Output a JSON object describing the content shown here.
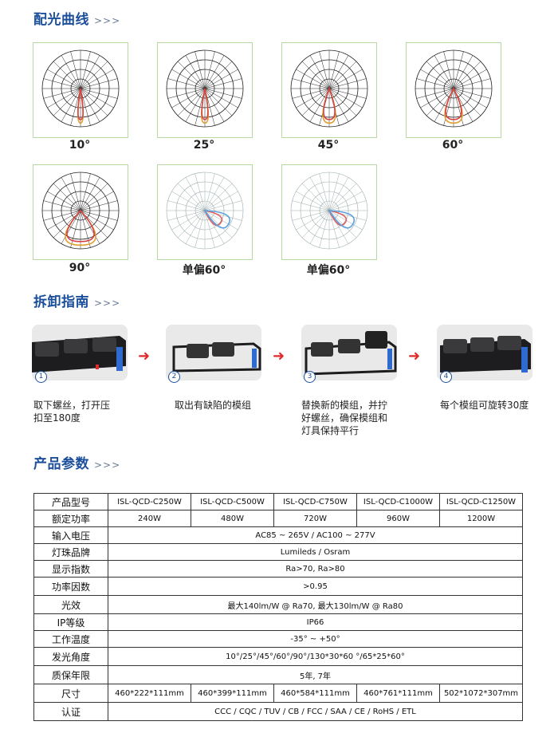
{
  "sections": {
    "light_distribution": {
      "title": "配光曲线",
      "chevron": ">>>"
    },
    "disassembly": {
      "title": "拆卸指南",
      "chevron": ">>>"
    },
    "parameters": {
      "title": "产品参数",
      "chevron": ">>>"
    }
  },
  "curves": [
    {
      "label": "10°",
      "beam": 10
    },
    {
      "label": "25°",
      "beam": 25
    },
    {
      "label": "45°",
      "beam": 45
    },
    {
      "label": "60°",
      "beam": 60
    },
    {
      "label": "90°",
      "beam": 90
    },
    {
      "label": "单偏60°",
      "beam": 60
    },
    {
      "label": "单偏60°",
      "beam": 60
    }
  ],
  "steps": [
    {
      "num": "1",
      "text_lines": [
        "取下螺丝，打开压",
        "扣至180度"
      ]
    },
    {
      "num": "2",
      "text_lines": [
        "取出有缺陷的模组"
      ]
    },
    {
      "num": "3",
      "text_lines": [
        "替换新的模组，并拧",
        "好螺丝，确保模组和",
        "灯具保持平行"
      ]
    },
    {
      "num": "4",
      "text_lines": [
        "每个模组可旋转30度"
      ]
    }
  ],
  "colors": {
    "heading": "#1b4f9c",
    "arrow": "#e02a2a",
    "panel_border": "#b9d9a2"
  },
  "table": {
    "model": {
      "label": "产品型号",
      "values": [
        "ISL-QCD-C250W",
        "ISL-QCD-C500W",
        "ISL-QCD-C750W",
        "ISL-QCD-C1000W",
        "ISL-QCD-C1250W"
      ]
    },
    "power": {
      "label": "额定功率",
      "values": [
        "240W",
        "480W",
        "720W",
        "960W",
        "1200W"
      ]
    },
    "voltage": {
      "label": "输入电压",
      "value": "AC85 ~ 265V / AC100 ~ 277V"
    },
    "chip": {
      "label": "灯珠品牌",
      "value": "Lumileds / Osram"
    },
    "cri": {
      "label": "显示指数",
      "value": "Ra>70, Ra>80"
    },
    "pf": {
      "label": "功率因数",
      "value": ">0.95"
    },
    "efficacy": {
      "label": "光效",
      "value": "最大140lm/W @ Ra70, 最大130lm/W @ Ra80"
    },
    "ip": {
      "label": "IP等级",
      "value": "IP66"
    },
    "temp": {
      "label": "工作温度",
      "value": "-35° ~ +50°"
    },
    "angle": {
      "label": "发光角度",
      "value": "10°/25°/45°/60°/90°/130*30*60 °/65*25*60°"
    },
    "warranty": {
      "label": "质保年限",
      "value": "5年, 7年"
    },
    "size": {
      "label": "尺寸",
      "values": [
        "460*222*111mm",
        "460*399*111mm",
        "460*584*111mm",
        "460*761*111mm",
        "502*1072*307mm"
      ]
    },
    "cert": {
      "label": "认证",
      "value": "CCC / CQC / TUV / CB / FCC / SAA / CE / RoHS / ETL"
    }
  }
}
